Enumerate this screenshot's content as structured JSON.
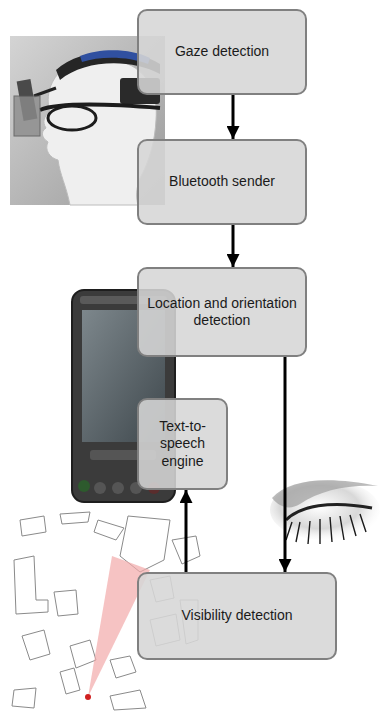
{
  "diagram": {
    "nodes": [
      {
        "text": [
          "Gaze detection"
        ]
      },
      {
        "text": [
          "Bluetooth sender"
        ]
      },
      {
        "text": [
          "Location and orientation detection"
        ]
      },
      {
        "text": [
          "Text-to-speech engine"
        ]
      },
      {
        "text": [
          "Visibility detection"
        ]
      }
    ],
    "edges": [
      {
        "from": 0,
        "to": 1,
        "arrow": "to"
      },
      {
        "from": 1,
        "to": 2,
        "arrow": "to"
      },
      {
        "from": 2,
        "to": 4,
        "arrow": "to"
      },
      {
        "from": 4,
        "to": 3,
        "arrow": "to"
      }
    ]
  }
}
